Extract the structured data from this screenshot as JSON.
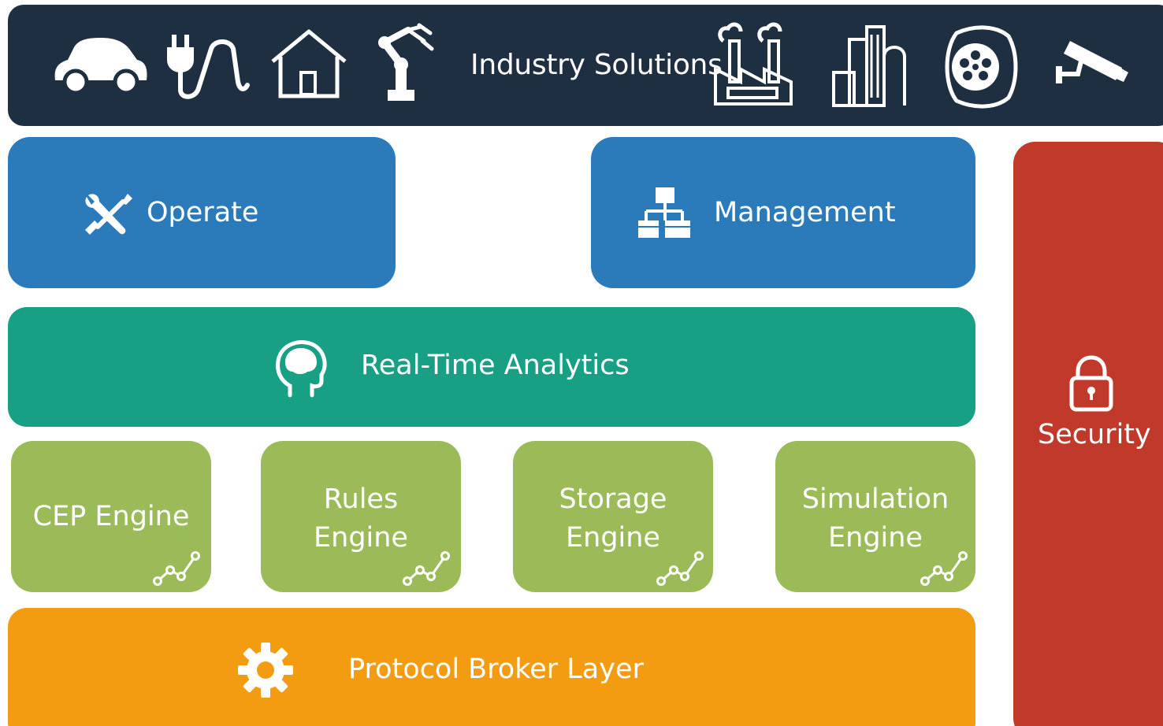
{
  "colors": {
    "banner": "#1f2f42",
    "management": "#2b7bbb",
    "analytics": "#18a085",
    "engine": "#9bbb59",
    "broker": "#f39c12",
    "security": "#c0392b",
    "text": "#ffffff"
  },
  "banner": {
    "title": "Industry Solutions",
    "icons": [
      "car-icon",
      "power-plug-icon",
      "house-icon",
      "robot-arm-icon",
      "factory-icon",
      "city-buildings-icon",
      "smart-watch-icon",
      "security-camera-icon"
    ]
  },
  "operate": {
    "label": "Operate",
    "icon": "wrench-screwdriver-icon"
  },
  "management": {
    "label": "Management",
    "icon": "hierarchy-icon"
  },
  "analytics": {
    "label": "Real-Time Analytics",
    "icon": "brain-head-icon"
  },
  "engines": [
    {
      "line1": "CEP Engine",
      "line2": "",
      "icon": "line-chart-icon"
    },
    {
      "line1": "Rules",
      "line2": "Engine",
      "icon": "line-chart-icon"
    },
    {
      "line1": "Storage",
      "line2": "Engine",
      "icon": "line-chart-icon"
    },
    {
      "line1": "Simulation",
      "line2": "Engine",
      "icon": "line-chart-icon"
    }
  ],
  "broker": {
    "label": "Protocol Broker Layer",
    "icon": "gear-icon"
  },
  "security": {
    "label": "Security",
    "icon": "padlock-icon"
  }
}
